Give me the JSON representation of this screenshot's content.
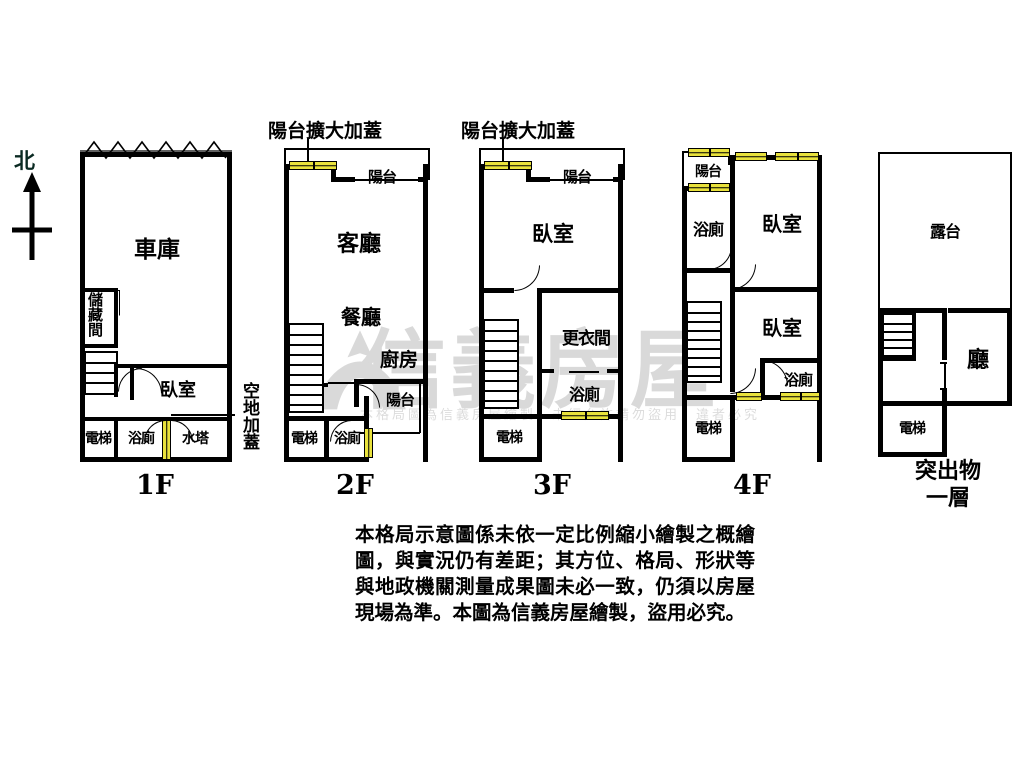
{
  "meta": {
    "diagram_kind": "residential-floor-plan",
    "compass_label": "北"
  },
  "watermark": {
    "brand": "信義房屋",
    "fine_print": "本格局圖為信義房屋繪製，未經允許請勿盜用，違者必究"
  },
  "annotations": {
    "balcony_expand_2f": "陽台擴大加蓋",
    "balcony_expand_3f": "陽台擴大加蓋",
    "open_land_cover": "空地加蓋"
  },
  "floors": [
    {
      "id": "1F",
      "label": "1F",
      "rooms": [
        {
          "name": "車庫"
        },
        {
          "name": "儲藏間"
        },
        {
          "name": "臥室"
        },
        {
          "name": "電梯"
        },
        {
          "name": "浴廁"
        },
        {
          "name": "水塔"
        }
      ]
    },
    {
      "id": "2F",
      "label": "2F",
      "rooms": [
        {
          "name": "陽台"
        },
        {
          "name": "客廳"
        },
        {
          "name": "餐廳"
        },
        {
          "name": "廚房"
        },
        {
          "name": "陽台"
        },
        {
          "name": "電梯"
        },
        {
          "name": "浴廁"
        }
      ]
    },
    {
      "id": "3F",
      "label": "3F",
      "rooms": [
        {
          "name": "陽台"
        },
        {
          "name": "臥室"
        },
        {
          "name": "更衣間"
        },
        {
          "name": "浴廁"
        },
        {
          "name": "電梯"
        }
      ]
    },
    {
      "id": "4F",
      "label": "4F",
      "rooms": [
        {
          "name": "陽台"
        },
        {
          "name": "浴廁"
        },
        {
          "name": "臥室"
        },
        {
          "name": "臥室"
        },
        {
          "name": "浴廁"
        },
        {
          "name": "電梯"
        }
      ]
    },
    {
      "id": "PH",
      "label_line1": "突出物",
      "label_line2": "一層",
      "rooms": [
        {
          "name": "露台"
        },
        {
          "name": "廳"
        },
        {
          "name": "電梯"
        }
      ]
    }
  ],
  "notice": "本格局示意圖係未依一定比例縮小繪製之概繪圖，與實況仍有差距；其方位、格局、形狀等與地政機關測量成果圖未必一致，仍須以房屋現場為準。本圖為信義房屋繪製，盜用必究。",
  "colors": {
    "wall": "#000000",
    "window_fill": "#e9e23c",
    "watermark": "#d9d9d9",
    "paper": "#ffffff"
  }
}
